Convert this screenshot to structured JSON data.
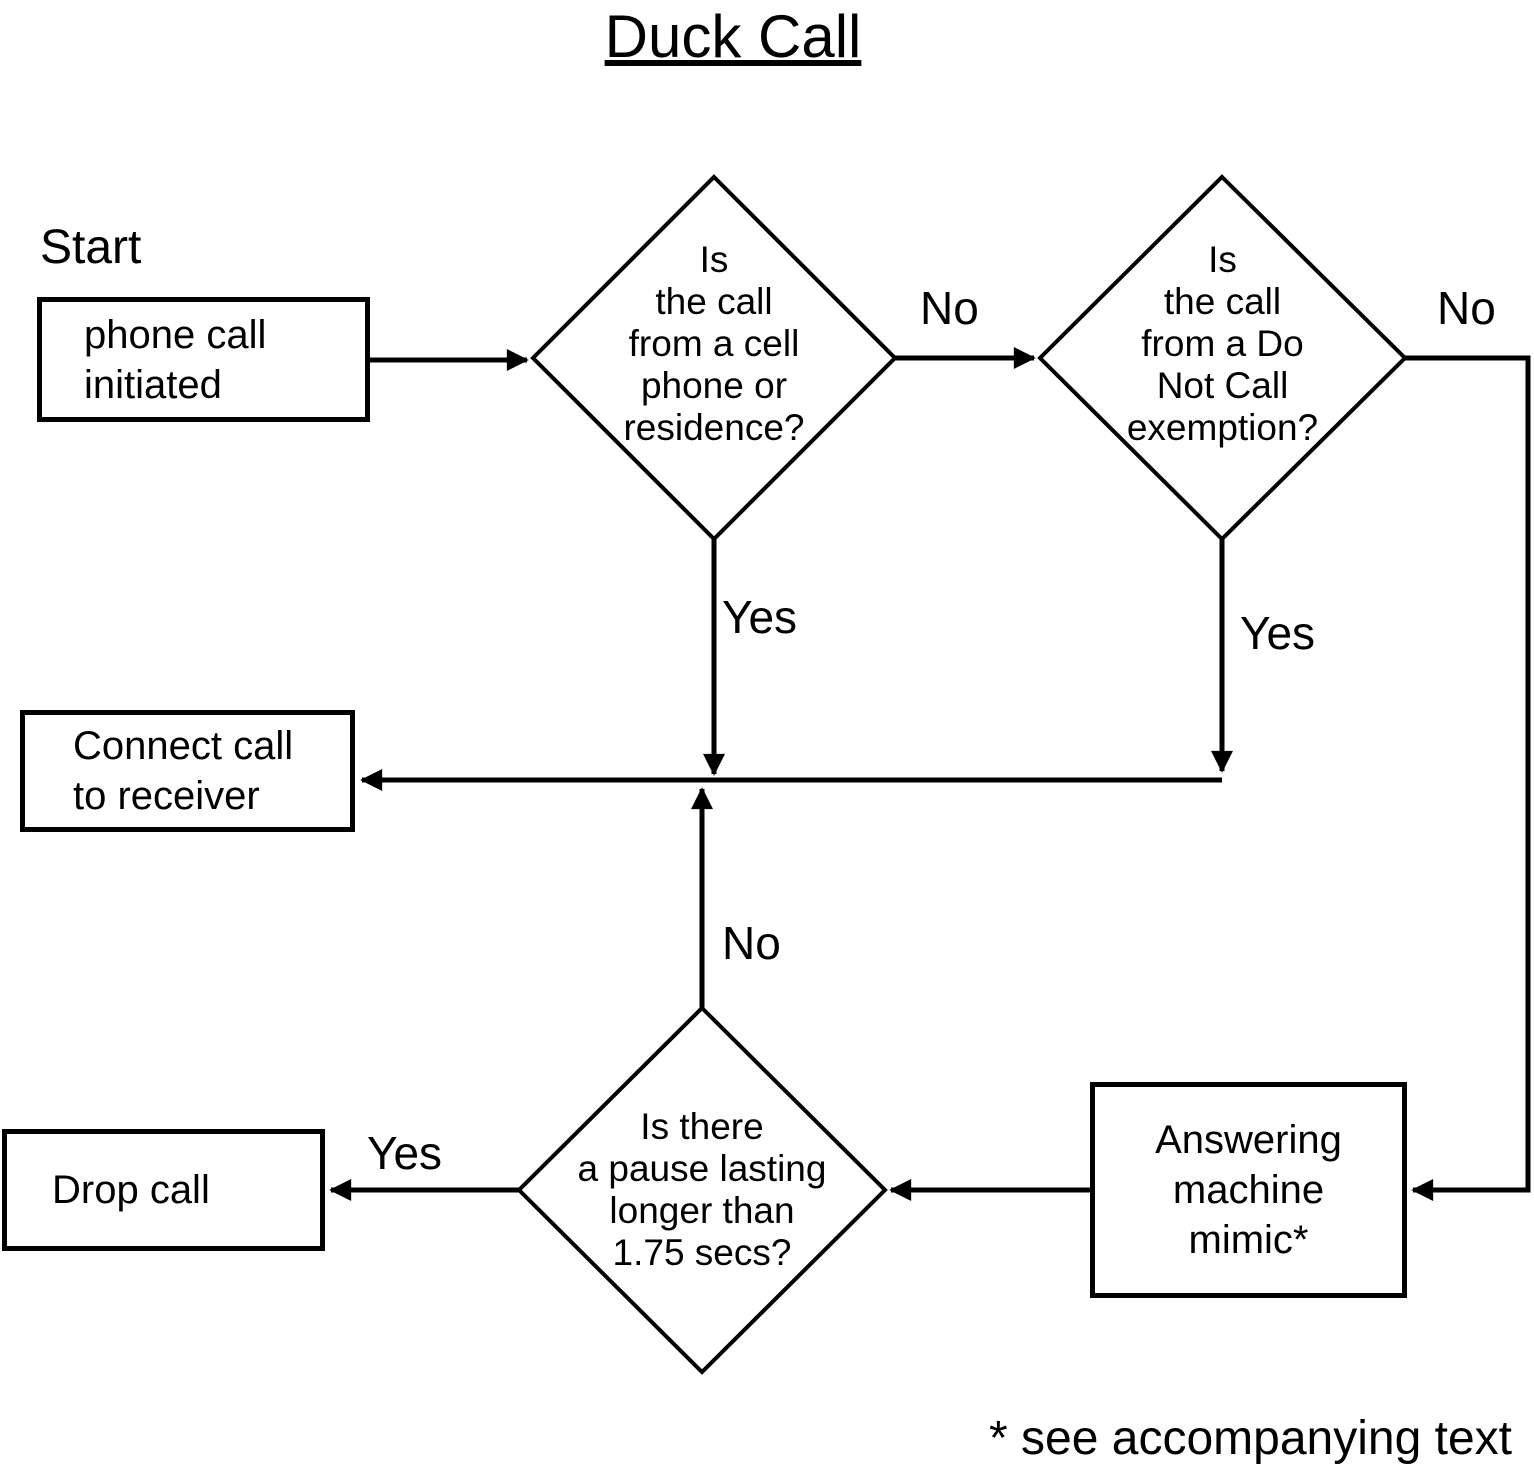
{
  "title": "Duck Call",
  "start_label": "Start",
  "nodes": {
    "phone_call": {
      "text": "phone call\ninitiated"
    },
    "cell_or_residence": {
      "text": "Is\nthe call\nfrom a cell\nphone or\nresidence?"
    },
    "dnc_exemption": {
      "text": "Is\nthe call\nfrom a Do\nNot Call\nexemption?"
    },
    "connect": {
      "text": "Connect call\nto receiver"
    },
    "pause": {
      "text": "Is there\na pause lasting\nlonger than\n1.75 secs?"
    },
    "drop": {
      "text": "Drop call"
    },
    "answering": {
      "text": "Answering\nmachine\nmimic*"
    }
  },
  "edge_labels": {
    "d1_no": "No",
    "d1_yes": "Yes",
    "d2_no": "No",
    "d2_yes": "Yes",
    "d3_no": "No",
    "d3_yes": "Yes"
  },
  "footnote": "* see accompanying text",
  "colors": {
    "line": "#000000",
    "background": "#ffffff"
  }
}
